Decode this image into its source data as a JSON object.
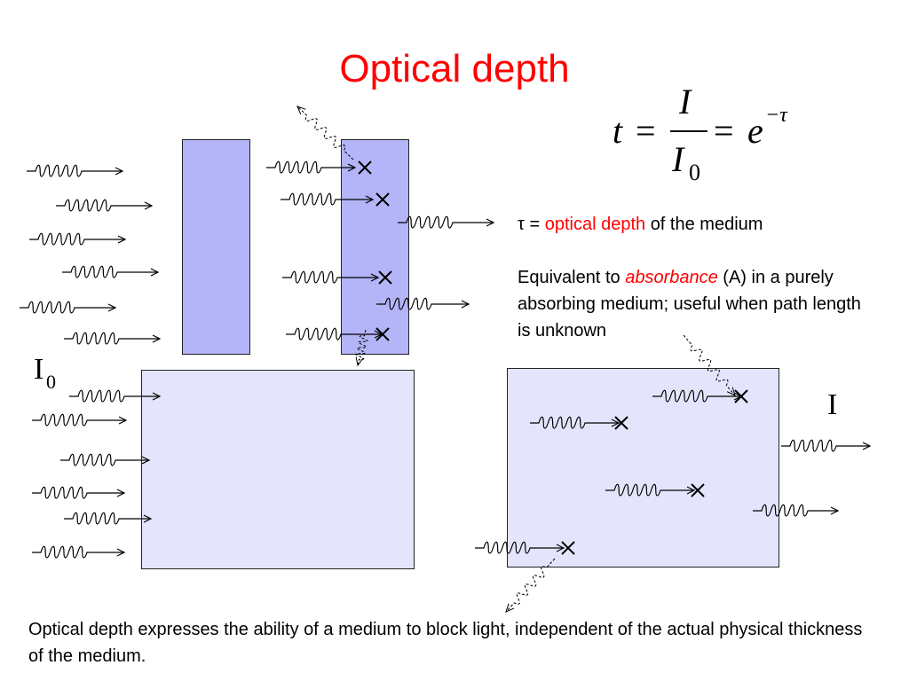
{
  "slide": {
    "title": "Optical depth"
  },
  "formula": {
    "t": "t",
    "equals": "=",
    "numerator": "I",
    "denominator": "I",
    "denominator_sub": "0",
    "base": "e",
    "exponent": "−τ"
  },
  "labels": {
    "incident": "I",
    "incident_sub": "0",
    "transmitted": "I"
  },
  "definition": {
    "tau": "τ =",
    "term": "optical depth",
    "rest": "of the medium"
  },
  "equivalence": {
    "prefix": "Equivalent to",
    "term": "absorbance",
    "suffix": "(A) in a purely absorbing medium; useful when path length is unknown"
  },
  "caption": "Optical depth expresses the ability of a medium to block light, independent of the actual physical thickness of the medium.",
  "colors": {
    "title": "#ff0000",
    "highlight": "#ff0000",
    "slab_dark": "#b4b4f8",
    "slab_light": "#e4e4fc"
  },
  "icons": {
    "photon": "wavy-arrow-icon",
    "absorbed": "x-mark-icon",
    "scattered": "dashed-wavy-arrow-icon"
  }
}
